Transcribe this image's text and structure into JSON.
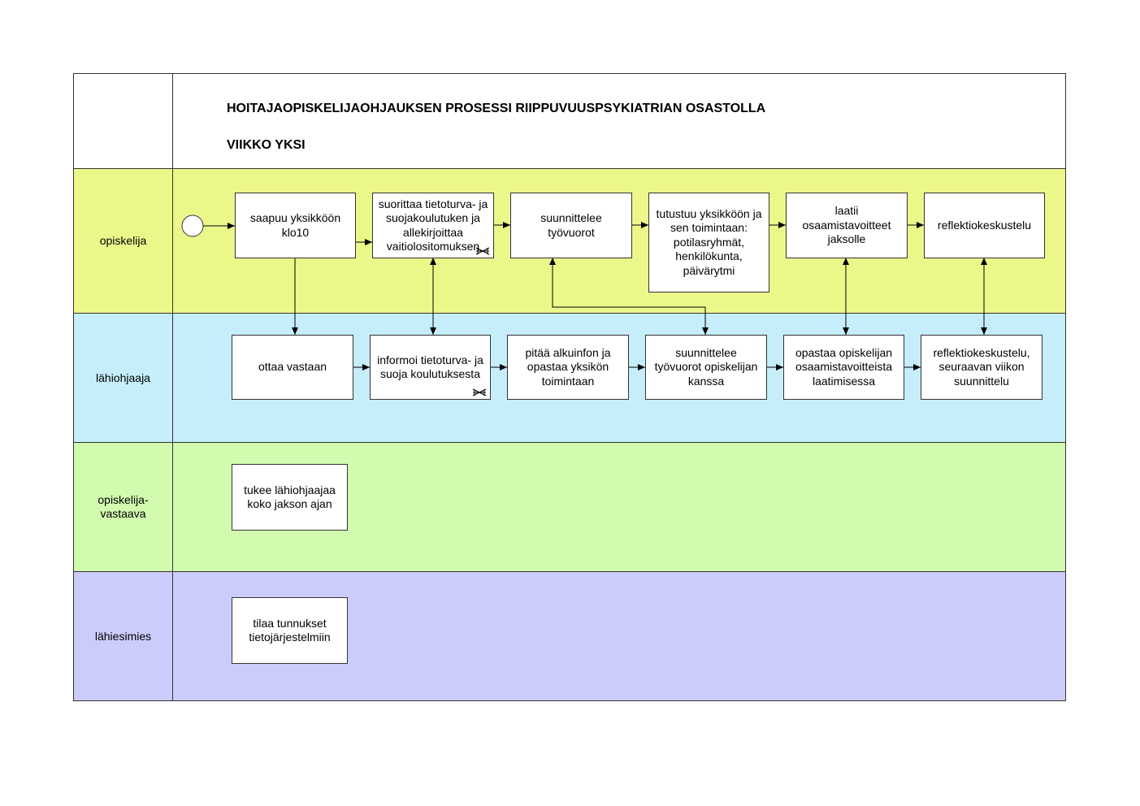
{
  "header": {
    "title": "HOITAJAOPISKELIJAOHJAUKSEN PROSESSI RIIPPUVUUSPSYKIATRIAN OSASTOLLA",
    "subtitle": "VIIKKO YKSI"
  },
  "lanes": [
    {
      "label": "opiskelija",
      "color": "#ecf78a"
    },
    {
      "label": "lähiohjaaja",
      "color": "#c5eefa"
    },
    {
      "label": "opiskelija-\nvastaava",
      "color": "#d2fbb0"
    },
    {
      "label": "lähiesimies",
      "color": "#ccccfc"
    }
  ],
  "tasks": {
    "t1": "saapuu yksikköön\nklo10",
    "t2": "suorittaa tietoturva- ja\nsuojakoulutuken ja\nallekirjoittaa\nvaitiolositomuksen",
    "t3": "suunnittelee\ntyövuorot",
    "t4": "tutustuu yksikköön ja\nsen toimintaan:\npotilasryhmät,\nhenkilökunta,\npäivärytmi",
    "t5": "laatii\nosaamistavoitteet\njaksolle",
    "t6": "reflektiokeskustelu",
    "l1": "ottaa vastaan",
    "l2": "informoi tietoturva- ja\nsuoja koulutuksesta",
    "l3": "pitää alkuinfon ja\nopastaa yksikön\ntoimintaan",
    "l4": "suunnittelee\ntyövuorot opiskelijan\nkanssa",
    "l5": "opastaa opiskelijan\nosaamistavoitteista\nlaatimisessa",
    "l6": "reflektiokeskustelu,\nseuraavan viikon\nsuunnittelu",
    "v1": "tukee lähiohjaajaa\nkoko jakson ajan",
    "s1": "tilaa tunnukset\ntietojärjestelmiin"
  }
}
